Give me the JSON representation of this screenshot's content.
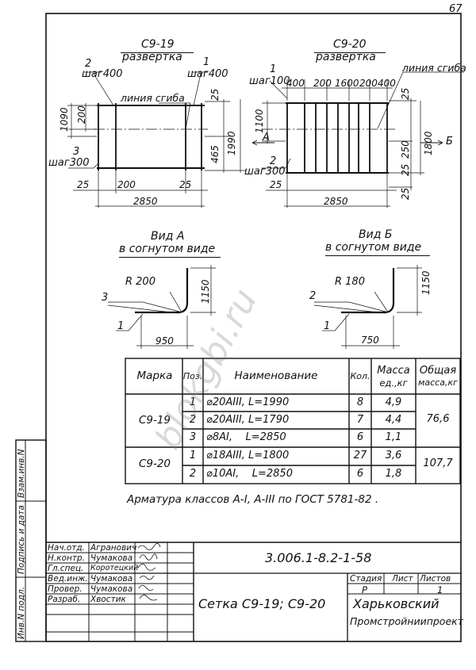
{
  "page_number": "67",
  "watermark": "blokgbi.ru",
  "drawing_c9_19": {
    "title": "С9-19",
    "subtitle": "развертка",
    "pos2_label": "2",
    "pos2_step": "шаг400",
    "pos1_label": "1",
    "pos1_step": "шаг400",
    "bend_line": "линия сгиба",
    "pos3_label": "3",
    "pos3_step": "шаг300",
    "dim_1090": "1090",
    "dim_200_left": "200",
    "dim_25_top": "25",
    "dim_465": "465",
    "dim_1990": "1990",
    "dim_25_bl": "25",
    "dim_200_bottom": "200",
    "dim_25_br": "25",
    "dim_2850": "2850"
  },
  "drawing_c9_20": {
    "title": "С9-20",
    "subtitle": "развертка",
    "pos1_label": "1",
    "pos1_step": "шаг100",
    "dims_top": [
      "400",
      "200",
      "1600",
      "200",
      "400"
    ],
    "bend_line": "линия сгиба",
    "dim_1100": "1100",
    "dim_25_top": "25",
    "arrow_a": "А",
    "arrow_b": "Б",
    "dim_250": "250",
    "dim_1800": "1800",
    "pos2_label": "2",
    "pos2_step": "шаг300",
    "dim_25_mid": "25",
    "dim_25_bl": "25",
    "dim_25_br": "25",
    "dim_2850": "2850"
  },
  "view_a": {
    "title": "Вид А",
    "subtitle": "в согнутом виде",
    "radius": "R 200",
    "pos3": "3",
    "pos1": "1",
    "dim_1150": "1150",
    "dim_950": "950"
  },
  "view_b": {
    "title": "Вид Б",
    "subtitle": "в согнутом виде",
    "radius": "R 180",
    "pos2": "2",
    "pos1": "1",
    "dim_1150": "1150",
    "dim_750": "750"
  },
  "spec_table": {
    "headers": {
      "mark": "Марка",
      "pos": "Поз.",
      "name": "Наименование",
      "qty": "Кол.",
      "mass_unit_1": "Масса",
      "mass_unit_2": "ед.,кг",
      "mass_total_1": "Общая",
      "mass_total_2": "масса,кг"
    },
    "groups": [
      {
        "mark": "С9-19",
        "total": "76,6",
        "rows": [
          {
            "pos": "1",
            "name": "⌀20АIII, L=1990",
            "qty": "8",
            "mass": "4,9"
          },
          {
            "pos": "2",
            "name": "⌀20АIII, L=1790",
            "qty": "7",
            "mass": "4,4"
          },
          {
            "pos": "3",
            "name": "⌀8АI,    L=2850",
            "qty": "6",
            "mass": "1,1"
          }
        ]
      },
      {
        "mark": "С9-20",
        "total": "107,7",
        "rows": [
          {
            "pos": "1",
            "name": "⌀18АIII, L=1800",
            "qty": "27",
            "mass": "3,6"
          },
          {
            "pos": "2",
            "name": "⌀10АI,    L=2850",
            "qty": "6",
            "mass": "1,8"
          }
        ]
      }
    ]
  },
  "note": "Арматура классов А-I, А-III по ГОСТ 5781-82 .",
  "side_stamp": {
    "inv_zam": "Взам.инв.N",
    "sign_date": "Подпись и дата",
    "inv_podl": "Инв.N подл."
  },
  "title_block": {
    "doc_code": "3.006.1-8.2-1-58",
    "roles": [
      {
        "role": "Нач.отд.",
        "name": "Агранович"
      },
      {
        "role": "Н.контр.",
        "name": "Чумакова"
      },
      {
        "role": "Гл.спец.",
        "name": "Коротецкий"
      },
      {
        "role": "Вед.инж.",
        "name": "Чумакова"
      },
      {
        "role": "Провер.",
        "name": "Чумакова"
      },
      {
        "role": "Разраб.",
        "name": "Хвостик"
      }
    ],
    "stage_label": "Стадия",
    "sheet_label": "Лист",
    "sheets_label": "Листов",
    "stage_value": "Р",
    "sheets_value": "1",
    "drawing_title": "Сетка С9-19; С9-20",
    "org_line1": "Харьковский",
    "org_line2": "Промстройниипроект"
  }
}
